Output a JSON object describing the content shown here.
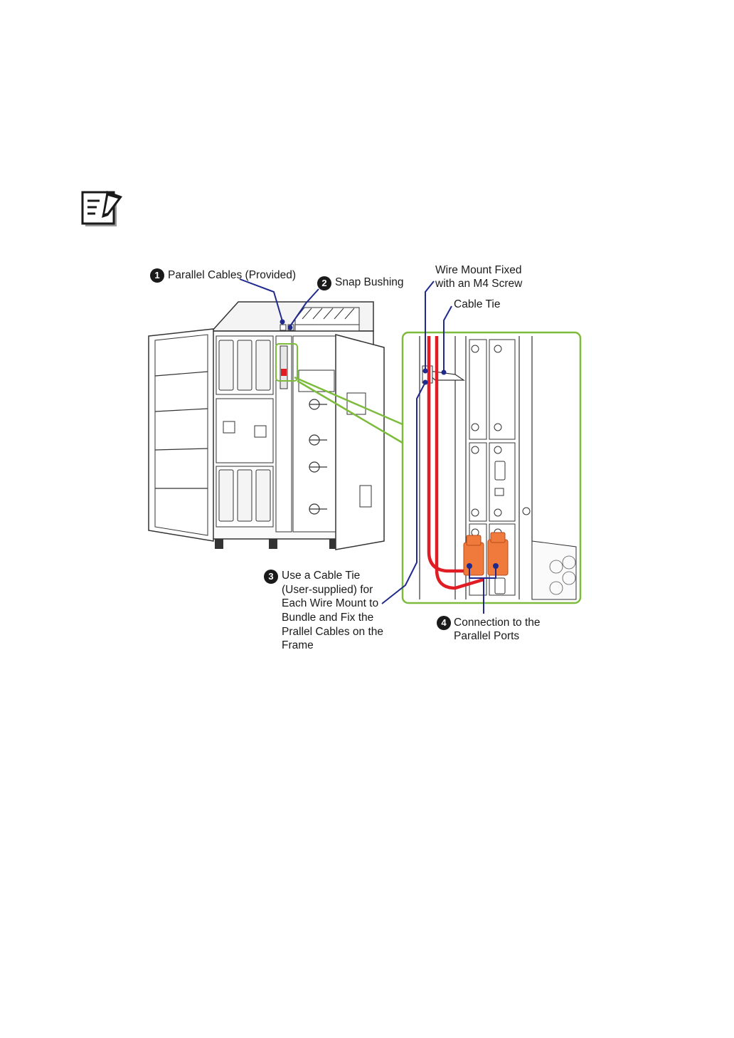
{
  "callouts": {
    "c1": {
      "number": "1",
      "text": "Parallel Cables (Provided)"
    },
    "c2": {
      "number": "2",
      "text": "Snap Bushing"
    },
    "wire_mount": {
      "line1": "Wire Mount Fixed",
      "line2": "with an M4 Screw"
    },
    "cable_tie": {
      "text": "Cable Tie"
    },
    "c3": {
      "number": "3",
      "line1": "Use a Cable Tie",
      "line2": "(User-supplied) for",
      "line3": "Each Wire Mount to",
      "line4": "Bundle and Fix the",
      "line5": "Prallel Cables on the",
      "line6": "Frame"
    },
    "c4": {
      "number": "4",
      "line1": "Connection to the",
      "line2": "Parallel Ports"
    }
  },
  "colors": {
    "leader": "#1f2a8c",
    "highlight": "#7dbb3c",
    "cable": "#e01d25",
    "connector": "#f07a3c",
    "outline": "#333333"
  },
  "icons": {
    "note": "note-pencil-icon"
  }
}
